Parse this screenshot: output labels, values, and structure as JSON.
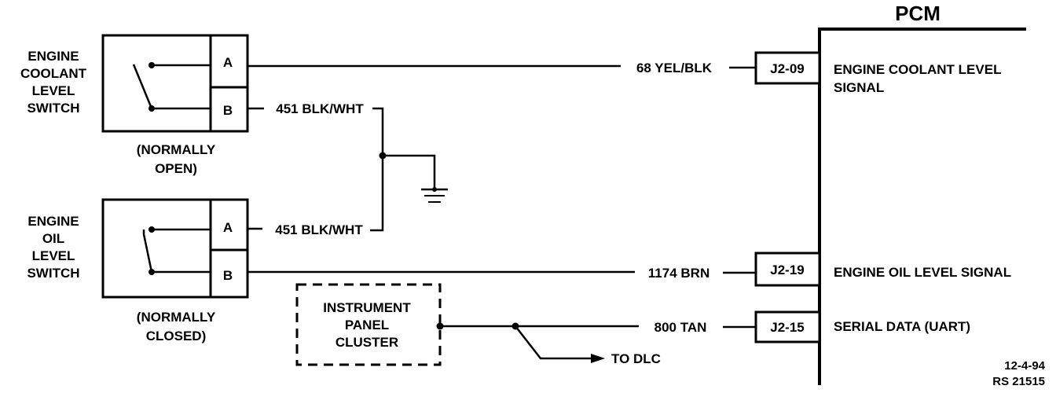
{
  "pcm": {
    "title": "PCM"
  },
  "coolant_switch": {
    "name_lines": [
      "ENGINE",
      "COOLANT",
      "LEVEL",
      "SWITCH"
    ],
    "state_lines": [
      "(NORMALLY",
      "OPEN)"
    ],
    "pins": [
      "A",
      "B"
    ]
  },
  "oil_switch": {
    "name_lines": [
      "ENGINE",
      "OIL",
      "LEVEL",
      "SWITCH"
    ],
    "state_lines": [
      "(NORMALLY",
      "CLOSED)"
    ],
    "pins": [
      "A",
      "B"
    ]
  },
  "wires": {
    "coolant_signal": "68 YEL/BLK",
    "coolant_ground": "451 BLK/WHT",
    "oil_ground": "451 BLK/WHT",
    "oil_signal": "1174 BRN",
    "serial": "800 TAN",
    "to_dlc": "TO DLC"
  },
  "connectors": {
    "coolant": "J2-09",
    "oil": "J2-19",
    "serial": "J2-15"
  },
  "pcm_signals": {
    "coolant_lines": [
      "ENGINE COOLANT LEVEL",
      "SIGNAL"
    ],
    "oil": "ENGINE OIL LEVEL SIGNAL",
    "serial": "SERIAL DATA (UART)"
  },
  "cluster": {
    "lines": [
      "INSTRUMENT",
      "PANEL",
      "CLUSTER"
    ]
  },
  "footer": {
    "date": "12-4-94",
    "ref": "RS 21515"
  }
}
